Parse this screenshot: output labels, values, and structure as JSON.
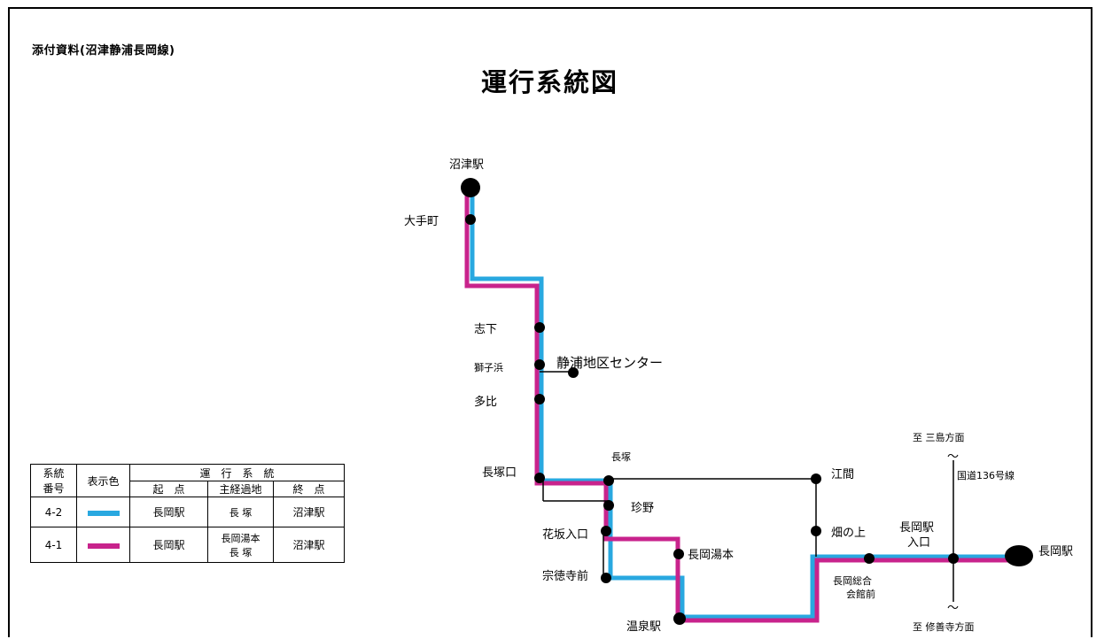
{
  "attachment_label": "添付資料(沼津静浦長岡線)",
  "title": "運行系統図",
  "colors": {
    "route_4_2": "#29a8e0",
    "route_4_1": "#c8238c",
    "line": "#000000"
  },
  "stations": {
    "numazu_eki": "沼津駅",
    "otemachi": "大手町",
    "shimoshita": "志下",
    "shishihama": "獅子浜",
    "shizuura_center": "静浦地区センター",
    "tai": "多比",
    "nagatsukaguchi": "長塚口",
    "nagatsuka": "長塚",
    "egoma": "江間",
    "kuwano": "珍野",
    "hanasaka_iriguchi": "花坂入口",
    "hatanoue": "畑の上",
    "nagaoka_yumoto": "長岡湯本",
    "sotokuji_mae": "宗徳寺前",
    "onsen_eki": "温泉駅",
    "nagaoka_sogo_1": "長岡総合",
    "nagaoka_sogo_2": "会館前",
    "nagaoka_eki_iriguchi_1": "長岡駅",
    "nagaoka_eki_iriguchi_2": "入口",
    "nagaoka_eki": "長岡駅",
    "mishima_direction": "至 三島方面",
    "shuzenji_direction": "至 修善寺方面",
    "route136": "国道136号線"
  },
  "legend": {
    "headers": {
      "system_no": [
        "系統",
        "番号"
      ],
      "display_color": "表示色",
      "operation": "運　行　系　統",
      "start": "起　点",
      "via": "主経過地",
      "end": "終　点"
    },
    "rows": [
      {
        "no": "4-2",
        "color": "#29a8e0",
        "start": "長岡駅",
        "via": [
          "",
          "長 塚"
        ],
        "end": "沼津駅"
      },
      {
        "no": "4-1",
        "color": "#c8238c",
        "start": "長岡駅",
        "via": [
          "長岡湯本",
          "長 塚"
        ],
        "end": "沼津駅"
      }
    ]
  }
}
